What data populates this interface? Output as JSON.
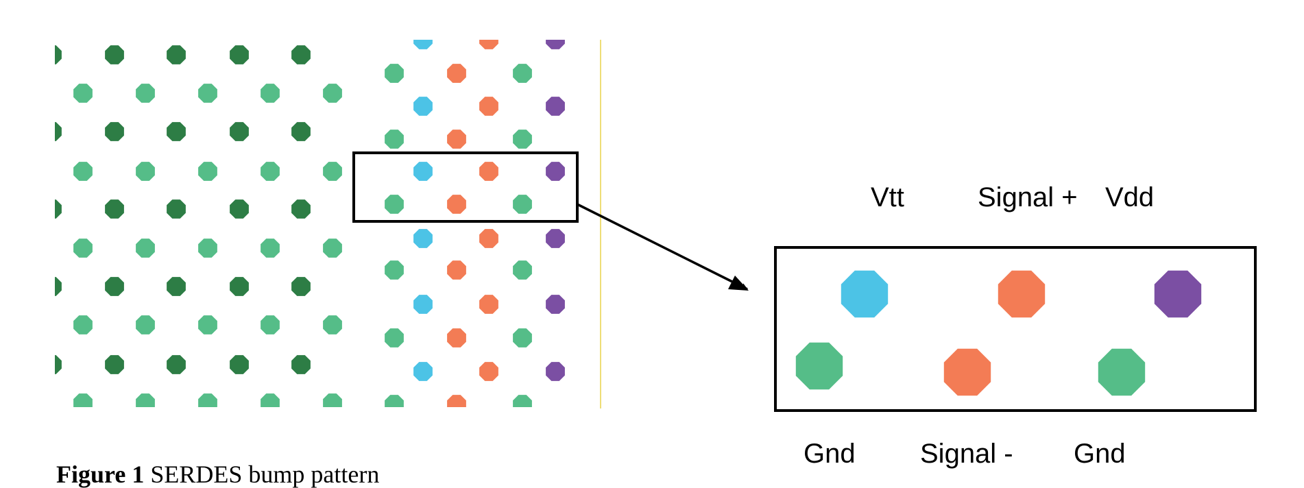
{
  "legend": {
    "vtt": "Vtt",
    "signal_plus": "Signal +",
    "vdd": "Vdd",
    "gnd_left": "Gnd",
    "signal_minus": "Signal -",
    "gnd_right": "Gnd"
  },
  "caption": {
    "prefix": "Figure 1",
    "text": " SERDES bump pattern"
  },
  "colors": {
    "dark_green": "#2d7d45",
    "light_green": "#55bd88",
    "cyan": "#4cc3e6",
    "orange": "#f37c55",
    "purple": "#7b4fa3",
    "divider": "#e8d44a"
  }
}
